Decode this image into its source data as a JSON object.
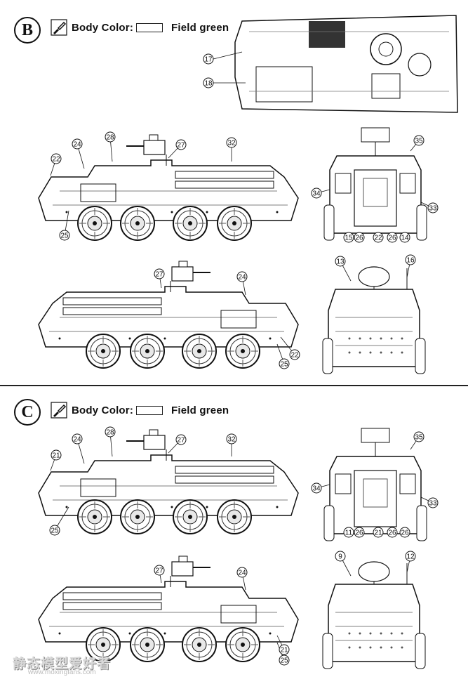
{
  "sections": [
    {
      "id": "B",
      "label": "B",
      "body_color_label": "Body Color:",
      "color_name": "Field green",
      "callouts": {
        "top_view": [
          "17",
          "18"
        ],
        "side_left": [
          "22",
          "24",
          "28",
          "27",
          "32",
          "25"
        ],
        "rear_view": [
          "35",
          "34",
          "33",
          "15",
          "26",
          "22",
          "26",
          "14"
        ],
        "side_right": [
          "27",
          "24",
          "22",
          "25"
        ],
        "front_view": [
          "13",
          "16"
        ]
      }
    },
    {
      "id": "C",
      "label": "C",
      "body_color_label": "Body Color:",
      "color_name": "Field green",
      "callouts": {
        "side_left": [
          "21",
          "24",
          "28",
          "27",
          "32",
          "25"
        ],
        "rear_view": [
          "35",
          "34",
          "33",
          "11",
          "26",
          "21",
          "26",
          "26"
        ],
        "side_right": [
          "27",
          "24",
          "21",
          "25"
        ],
        "front_view": [
          "9",
          "12"
        ]
      }
    }
  ],
  "watermark": {
    "text": "静态模型爱好者",
    "url": "www.moxingfans.com"
  },
  "icons": {
    "brush": "paint-brush-icon"
  }
}
